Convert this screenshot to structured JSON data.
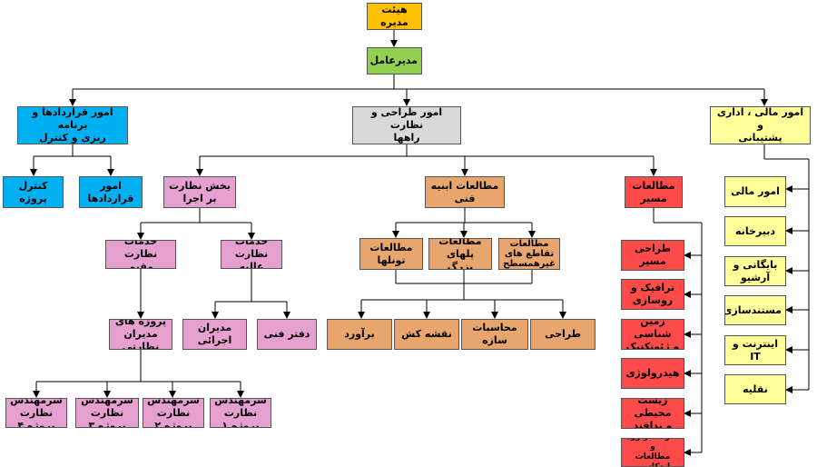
{
  "colors": {
    "board": "#ffc000",
    "ceo": "#92d050",
    "contracts": "#00b0f0",
    "design": "#d9d9d9",
    "finance": "#ffff99",
    "supervision": "#e6a0d0",
    "technical": "#e8a66e",
    "route": "#ff4a4a",
    "line": "#000000"
  },
  "nodes": {
    "board": "هیئت مدیره",
    "ceo": "مدیرعامل",
    "contracts": "امور قراردادها و برنامه\nریزی و کنترل",
    "design": "امور طراحی و نظارت\nراهها",
    "finance": "امور مالی ، اداری و\nپشتیبانی",
    "project_control": "کنترل پروژه",
    "contracts_affairs": "امور\nقراردادها",
    "supervision": "بخش نظارت\nبر اجرا",
    "technical": "مطالعات ابنیه\nفنی",
    "route": "مطالعات\nمسیر",
    "resident_services": "خدمات نظارت\nمقیم",
    "high_services": "خدمات\nنظارت عالیه",
    "tunnels": "مطالعات\nتونلها",
    "big_bridges": "مطالعات\nپلهای بزرگ",
    "interchanges": "مطالعات\nتقاطع های\nغیرهمسطح",
    "executive_managers": "مدیران اجرائی",
    "tech_office": "دفتر فنی",
    "project_managers": "پروژه های\nمدیران نظارتی",
    "estimate": "برآورد",
    "drafting": "نقشه کش",
    "structure_calc": "محاسبات\nسازه",
    "design_task": "طراحی",
    "engineers": [
      "سرمهندس\nنظارت پروژه ۱",
      "سرمهندس\nنظارت پروژه ۲",
      "سرمهندس\nنظارت پروژه ۳",
      "سرمهندس\nنظارت پروژه ۴"
    ],
    "route_items": [
      "طراحی مسیر",
      "ترافیک و\nروسازی",
      "زمین شناسی\nو ژئوتکنیک",
      "هیدرولوژی",
      "زیست محیطی\nو پدافند",
      "متره ، برآورد و\nمطالعات انعکاسی"
    ],
    "finance_items": [
      "امور مالی",
      "دبیرخانه",
      "بایگانی و\nآرشیو",
      "مستندسازی",
      "اینترنت و IT",
      "نقلیه"
    ]
  }
}
